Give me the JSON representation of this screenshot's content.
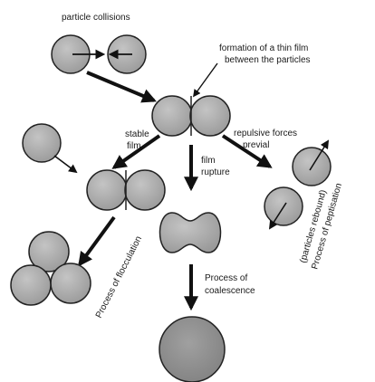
{
  "labels": {
    "particle_collisions": "particle collisions",
    "formation_line1": "formation of a thin film",
    "formation_line2": "between the particles",
    "stable_line1": "stable",
    "stable_line2": "film",
    "repulsive_line1": "repulsive forces",
    "repulsive_line2": "previal",
    "film_line1": "film",
    "film_line2": "rupture",
    "flocculation": "Process of flocculation",
    "coalescence_line1": "Process of",
    "coalescence_line2": "coalescence",
    "rebound_line1": "(particles rebound)",
    "rebound_line2": "Process of peptisation"
  },
  "colors": {
    "particle_fill": "#a9a9a9",
    "large_drop_fill": "#8f8f8f",
    "outline": "#222222",
    "arrow": "#111111"
  }
}
